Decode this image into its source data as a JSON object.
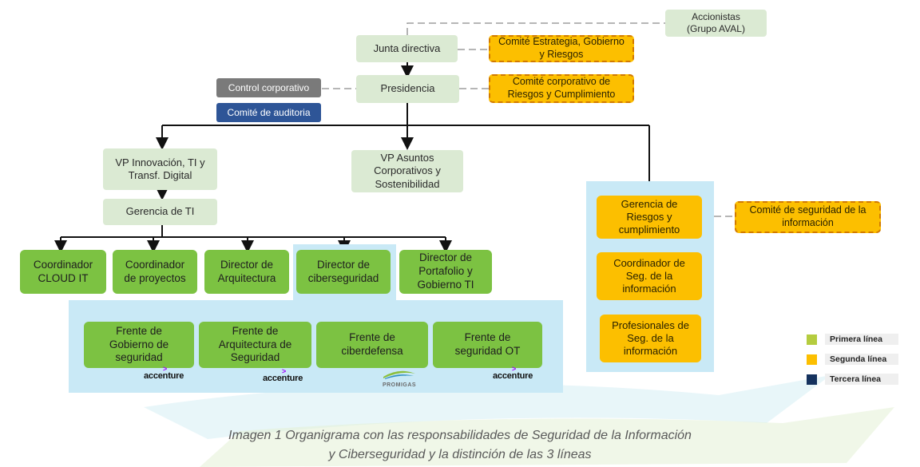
{
  "boxes": {
    "accionistas": "Accionistas\n(Grupo AVAL)",
    "junta": "Junta directiva",
    "comite_estrategia": "Comité Estrategia, Gobierno\ny Riesgos",
    "presidencia": "Presidencia",
    "control_corporativo": "Control corporativo",
    "comite_auditoria": "Comité de auditoria",
    "comite_riesgos": "Comité corporativo de\nRiesgos y Cumplimiento",
    "vp_innovacion": "VP Innovación, TI y\nTransf. Digital",
    "vp_asuntos": "VP Asuntos\nCorporativos y\nSostenibilidad",
    "gerencia_ti": "Gerencia de TI",
    "coord_cloud": "Coordinador\nCLOUD IT",
    "coord_proyectos": "Coordinador\nde proyectos",
    "dir_arquitectura": "Director de\nArquitectura",
    "dir_ciberseguridad": "Director de\nciberseguridad",
    "dir_portafolio": "Director de\nPortafolio y\nGobierno TI",
    "frente_gobierno": "Frente de\nGobierno de\nseguridad",
    "frente_arquitectura": "Frente de\nArquitectura de\nSeguridad",
    "frente_ciberdefensa": "Frente de\nciberdefensa",
    "frente_ot": "Frente de\nseguridad OT",
    "gerencia_riesgos": "Gerencia de\nRiesgos y\ncumplimiento",
    "comite_seguridad": "Comité de seguridad de la\ninformación",
    "coord_seg": "Coordinador de\nSeg. de la\ninformación",
    "profesionales_seg": "Profesionales de\nSeg. de la\ninformación"
  },
  "logos": {
    "accenture": "accenture",
    "promigas": "PROMIGAS"
  },
  "legend": [
    {
      "label": "Primera línea",
      "color": "#b5cc3f"
    },
    {
      "label": "Segunda línea",
      "color": "#fcbf00"
    },
    {
      "label": "Tercera línea",
      "color": "#15325e"
    }
  ],
  "caption": {
    "line1": "Imagen 1 Organigrama con las responsabilidades de Seguridad de la Información",
    "line2": "y Ciberseguridad y la distinción de las 3 líneas"
  }
}
